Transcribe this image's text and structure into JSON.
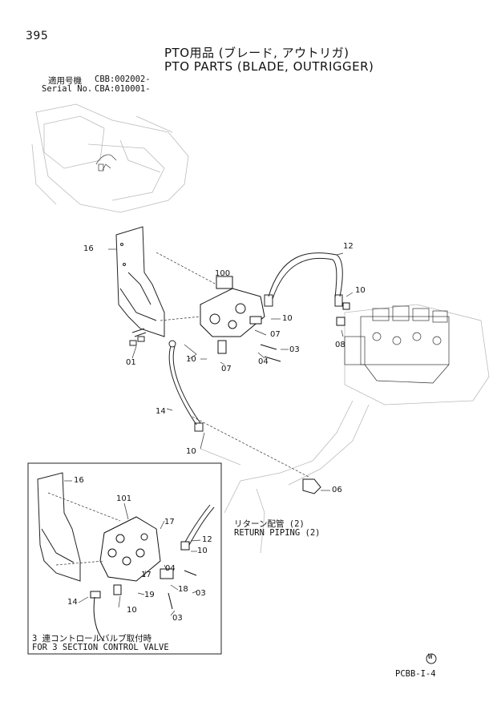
{
  "page": {
    "page_number": "395",
    "title_jp": "PTO用品 (ブレード, アウトリガ)",
    "title_en": "PTO PARTS (BLADE, OUTRIGGER)",
    "serial_label_jp": "適用号機",
    "serial_label_en": "Serial No.",
    "serial_values": [
      "CBB:002002-",
      "CBA:010001-"
    ],
    "return_piping_jp": "リターン配管 (2)",
    "return_piping_en": "RETURN PIPING (2)",
    "inset_caption_jp": "3 連コントロールバルブ取付時",
    "inset_caption_en": "FOR 3 SECTION CONTROL VALVE",
    "corner_mark": "W",
    "drawing_code": "PCBB-I-4"
  },
  "callouts_main": [
    "16",
    "100",
    "12",
    "10",
    "10",
    "07",
    "08",
    "03",
    "04",
    "07",
    "10",
    "01",
    "14",
    "10",
    "06"
  ],
  "callouts_inset": [
    "16",
    "101",
    "17",
    "12",
    "10",
    "04",
    "17",
    "18",
    "03",
    "19",
    "14",
    "10",
    "03"
  ]
}
